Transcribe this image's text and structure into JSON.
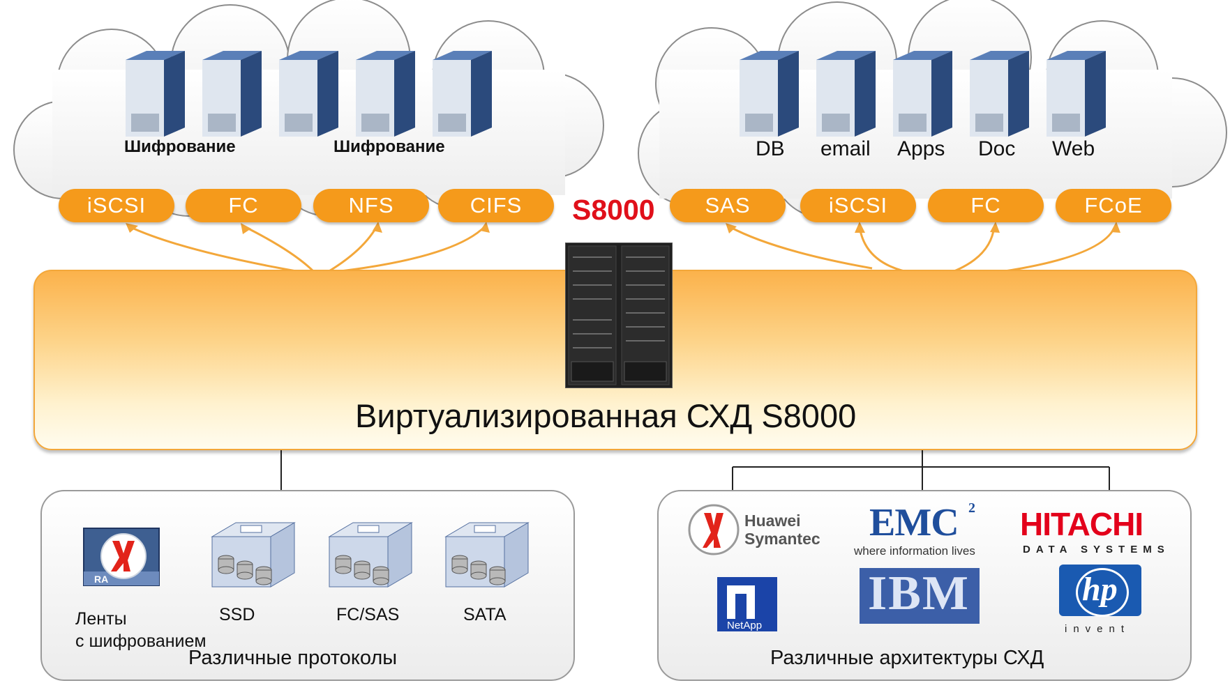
{
  "left_cloud": {
    "encryption_labels": [
      "Шифрование",
      "Шифрование"
    ],
    "protocols": [
      "iSCSI",
      "FC",
      "NFS",
      "CIFS"
    ]
  },
  "right_cloud": {
    "services": [
      "DB",
      "email",
      "Apps",
      "Doc",
      "Web"
    ],
    "protocols": [
      "SAS",
      "iSCSI",
      "FC",
      "FCoE"
    ]
  },
  "device_name": "S8000",
  "core": {
    "title": "Виртуализированная СХД S8000"
  },
  "left_panel": {
    "items": [
      "Ленты\nс шифрованием",
      "SSD",
      "FC/SAS",
      "SATA"
    ],
    "rack_badge": "RA",
    "caption": "Различные протоколы"
  },
  "right_panel": {
    "vendors": {
      "huawei_symantec": "Huawei\nSymantec",
      "emc": "EMC",
      "emc_sup": "2",
      "emc_tagline": "where information lives",
      "hitachi": "HITACHI",
      "hitachi_sub": "DATA SYSTEMS",
      "netapp": "NetApp",
      "ibm": "IBM",
      "hp": "hp",
      "hp_sub": "invent"
    },
    "caption": "Различные архитектуры СХД"
  },
  "colors": {
    "accent_orange": "#f59a1b",
    "device_red": "#e0101a",
    "server_blue": "#2b4a7c",
    "line_orange": "#f3a73a"
  }
}
